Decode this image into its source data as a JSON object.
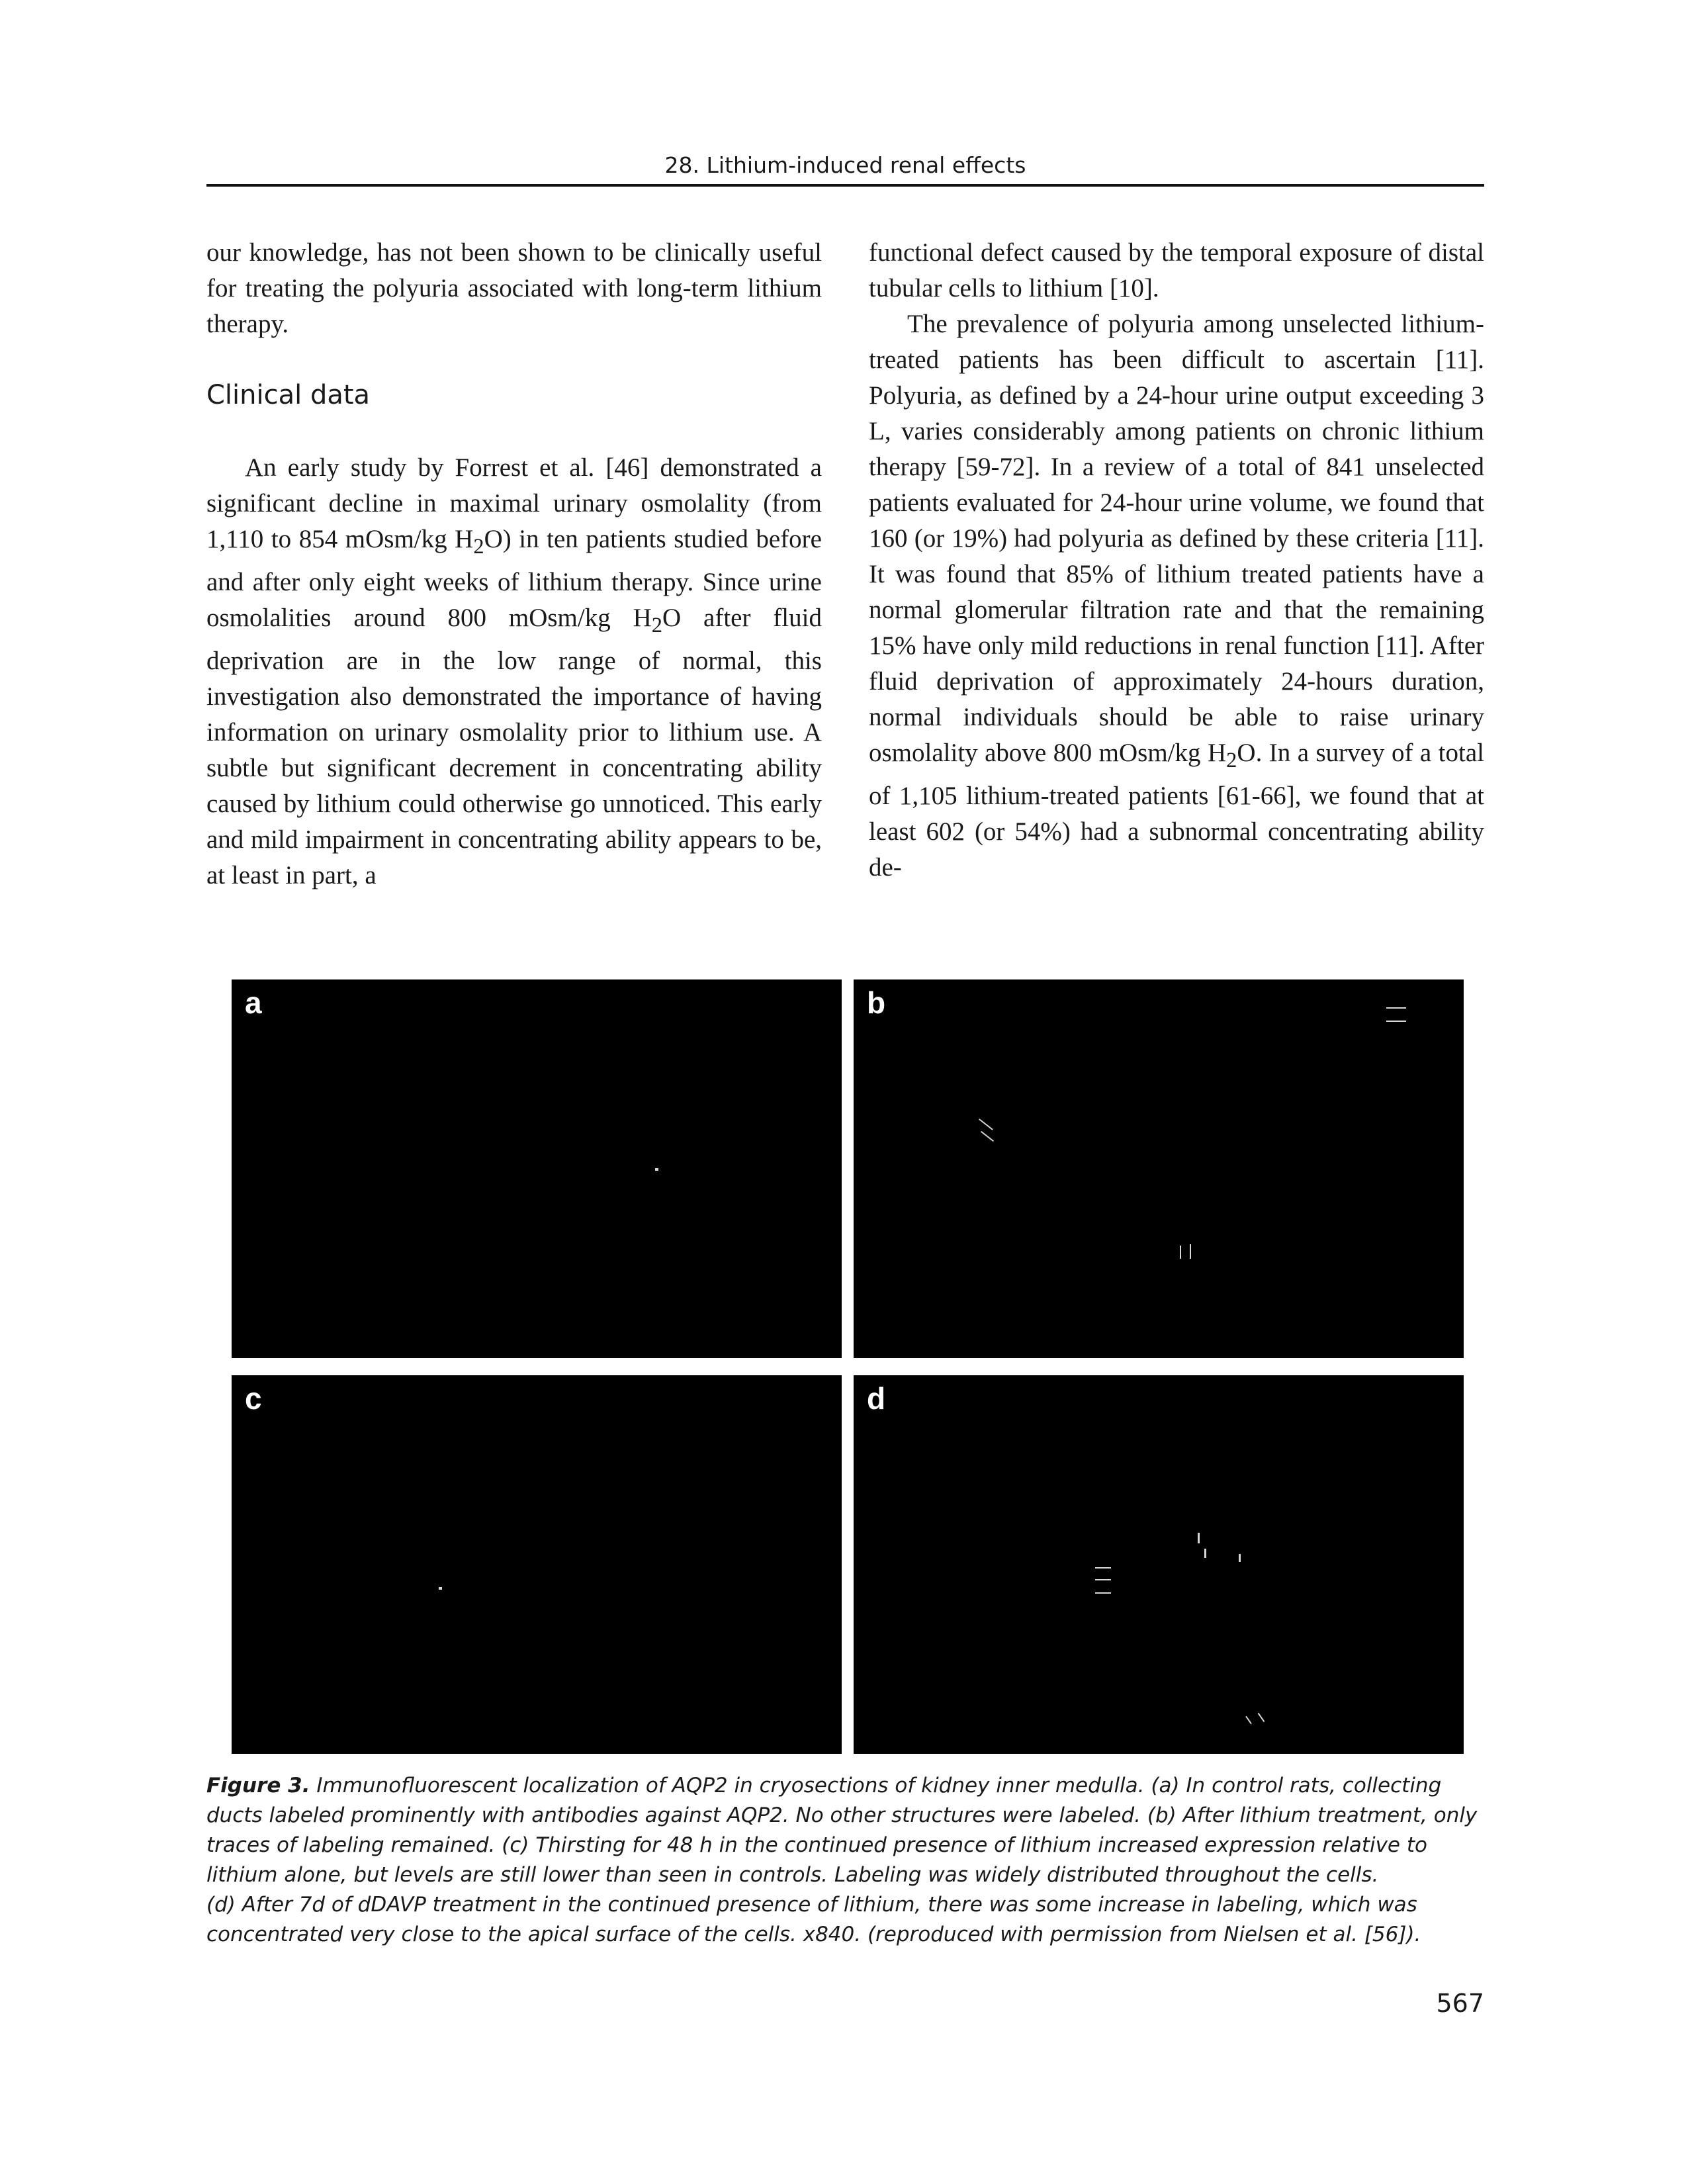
{
  "header": {
    "running_title": "28. Lithium-induced renal effects"
  },
  "left_column": {
    "para_continued": "our knowledge, has not been shown to be clinically useful for treating the polyuria associated with long-term lithium therapy.",
    "section_heading": "Clinical data",
    "para2": {
      "t1": "An early study by Forrest et al. [46] demonstrated a significant decline in maximal urinary osmolality (from 1,110 to 854 mOsm/kg H",
      "t2": "O) in ten patients studied before and after only eight weeks of lithium therapy. Since urine osmolalities around 800 mOsm/kg H",
      "t3": "O after fluid deprivation are in the low range of normal, this investigation also demonstrated the importance of having information on urinary osmolality prior to lithium use. A subtle but significant decrement in concentrating ability caused by lithium could otherwise go unnoticed. This early and mild impairment in concentrating ability appears to be, at least in part, a"
    }
  },
  "right_column": {
    "para_continued": "functional defect caused by the temporal exposure of distal tubular cells to lithium [10].",
    "para2": {
      "t1": "The prevalence of polyuria among unselected lithium-treated patients has been difficult to ascertain [11]. Polyuria, as defined by a 24-hour urine output exceeding 3 L, varies considerably among patients on chronic lithium therapy [59-72]. In a review of a total of 841 unselected patients evaluated for 24-hour urine volume, we found that 160 (or 19%) had polyuria as defined by these criteria [11]. It was found that 85% of lithium treated patients have a normal glomerular filtration rate and that the remaining 15% have only mild reductions in renal function [11]. After fluid deprivation of approximately 24-hours duration, normal individuals should be able to raise urinary osmolality above 800 mOsm/kg H",
      "t2": "O. In a survey of a total of 1,105 lithium-treated patients [61-66], we found that at least 602 (or 54%) had a subnormal concentrating ability de-"
    }
  },
  "figure": {
    "panels": [
      {
        "label": "a"
      },
      {
        "label": "b"
      },
      {
        "label": "c"
      },
      {
        "label": "d"
      }
    ],
    "caption": {
      "label": "Figure 3.",
      "line1": " Immunofluorescent localization of AQP2 in cryosections of kidney inner medulla. (a) In control rats, collecting ducts labeled prominently with antibodies against AQP2. No other structures were labeled. (b) After lithium treatment, only traces of labeling remained. (c) Thirsting for 48 h in the continued presence of lithium increased expression relative to lithium alone, but levels are still lower than seen in controls. Labeling was widely distributed throughout the cells.",
      "line2": "(d) After 7d of dDAVP treatment in the continued presence of lithium, there was some increase in labeling, which was concentrated very close to the apical surface of the cells. x840. (reproduced with permission from Nielsen et al. [56])."
    }
  },
  "subscript": "2",
  "page_number": "567"
}
